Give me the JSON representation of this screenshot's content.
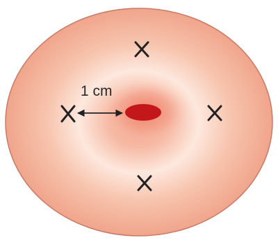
{
  "diagram": {
    "distance_label": "1 cm",
    "colors": {
      "outer_fill": "#f2b09a",
      "outer_stroke": "#c97a66",
      "inner_highlight": "#fbe9e0",
      "center_glow": "#f08a74",
      "center_spot": "#c3171c",
      "marks": "#222222",
      "arrow": "#222222"
    },
    "marks": [
      {
        "name": "top-x-mark",
        "symbol": "x"
      },
      {
        "name": "left-x-mark",
        "symbol": "x"
      },
      {
        "name": "right-x-mark",
        "symbol": "x"
      },
      {
        "name": "bottom-x-mark",
        "symbol": "x"
      }
    ]
  }
}
